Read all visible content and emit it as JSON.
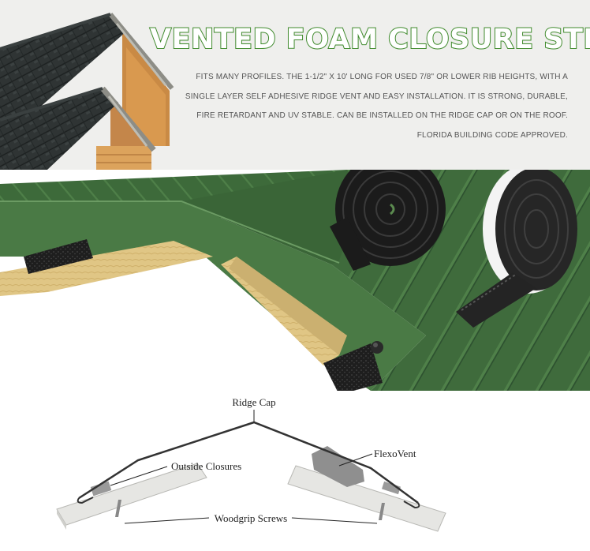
{
  "title": "VENTED FOAM CLOSURE STRIP",
  "description": [
    "FITS MANY PROFILES. THE 1-1/2\" X 10' LONG FOR USED 7/8\" OR LOWER RIB HEIGHTS, WITH A",
    "SINGLE LAYER SELF ADHESIVE RIDGE VENT AND EASY INSTALLATION. IT IS STRONG, DURABLE,",
    "FIRE RETARDANT AND UV STABLE. CAN BE INSTALLED ON THE RIDGE CAP OR ON THE ROOF.",
    "FLORIDA BUILDING CODE APPROVED."
  ],
  "diagram": {
    "ridge_cap": "Ridge Cap",
    "outside_closures": "Outside Closures",
    "flexovent": "FlexoVent",
    "woodgrip_screws": "Woodgrip Screws"
  },
  "colors": {
    "title_green": "#3f8a2c",
    "roof_green": "#3f6b3c",
    "foam_black": "#1f1f1f",
    "wood": "#e2c98a"
  }
}
